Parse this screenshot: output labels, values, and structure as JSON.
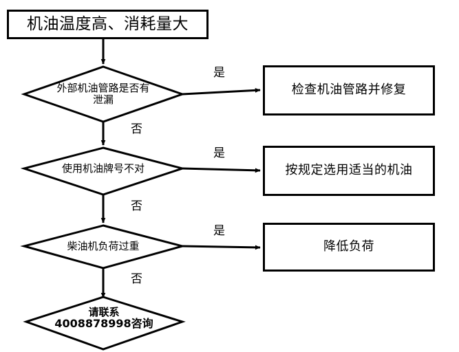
{
  "diagram": {
    "type": "flowchart",
    "language": "zh-CN",
    "title_node": {
      "shape": "rectangle",
      "label": "机油温度高、消耗量大"
    },
    "decisions": [
      {
        "id": "decision-1",
        "shape": "diamond",
        "line1": "外部机油管路是否有",
        "line2": "泄漏",
        "yes_label": "是",
        "no_label": "否"
      },
      {
        "id": "decision-2",
        "shape": "diamond",
        "line1": "使用机油牌号不对",
        "line2": "",
        "yes_label": "是",
        "no_label": "否"
      },
      {
        "id": "decision-3",
        "shape": "diamond",
        "line1": "柴油机负荷过重",
        "line2": "",
        "yes_label": "是",
        "no_label": "否"
      }
    ],
    "actions": [
      {
        "id": "action-1",
        "shape": "rectangle",
        "label": "检查机油管路并修复"
      },
      {
        "id": "action-2",
        "shape": "rectangle",
        "label": "按规定选用适当的机油"
      },
      {
        "id": "action-3",
        "shape": "rectangle",
        "label": "降低负荷"
      }
    ],
    "contact_node": {
      "shape": "diamond",
      "line1": "请联系",
      "line2": "4008878998咨询",
      "phone": "4008878998"
    },
    "colors": {
      "background": "#ffffff",
      "stroke": "#000000",
      "text": "#000000"
    }
  }
}
